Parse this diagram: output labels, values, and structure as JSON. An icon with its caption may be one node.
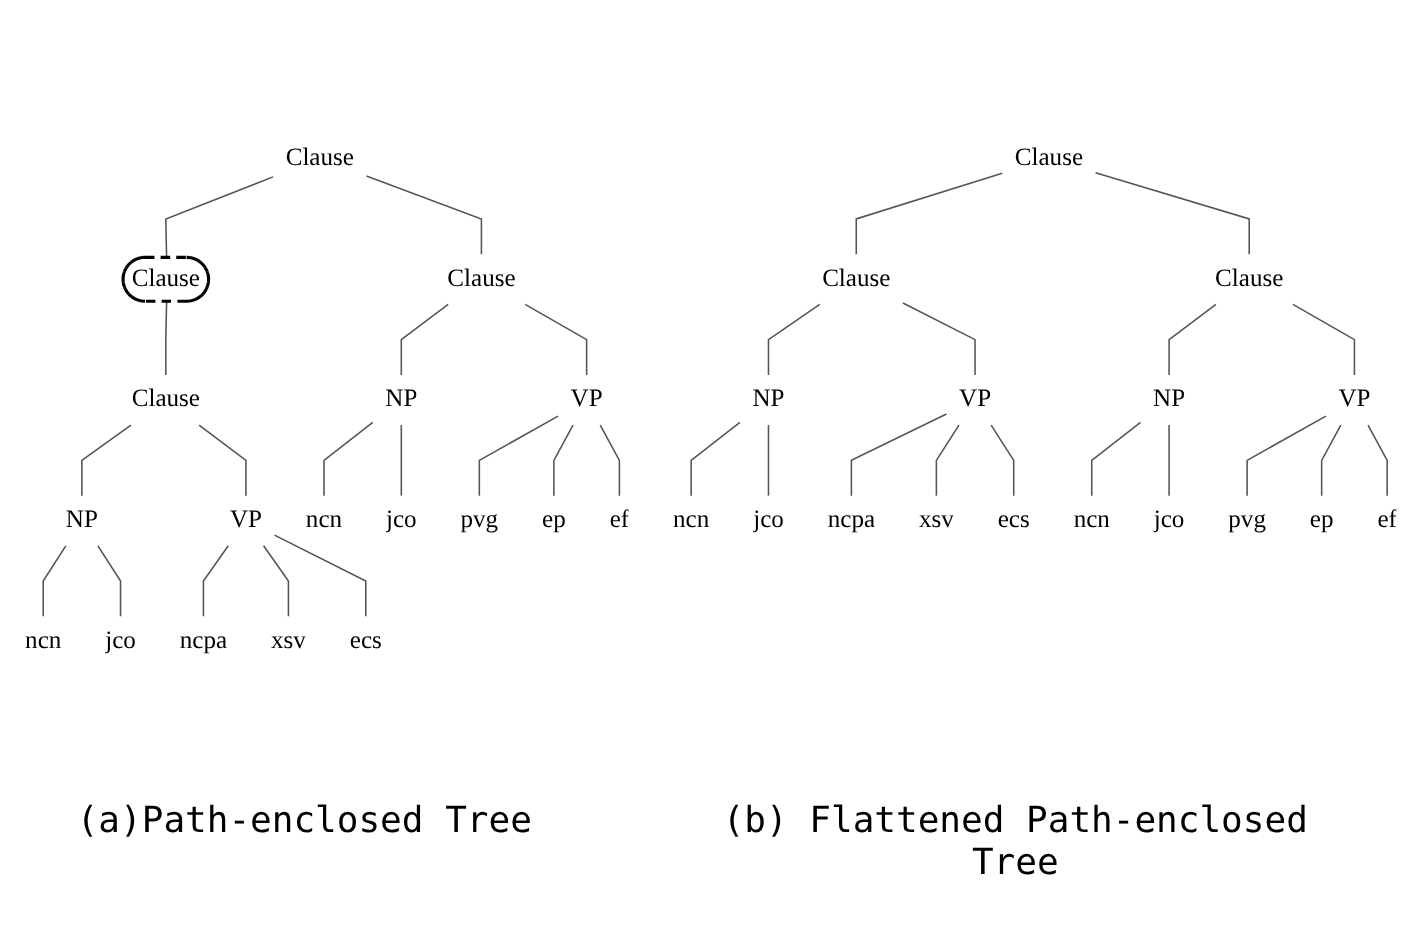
{
  "diagram": {
    "nodes": [
      {
        "text": [
          "Clause"
        ]
      },
      {
        "text": [
          "Clause"
        ]
      },
      {
        "text": [
          "Clause"
        ]
      },
      {
        "text": [
          "Clause"
        ]
      },
      {
        "text": [
          "NP"
        ]
      },
      {
        "text": [
          "VP"
        ]
      },
      {
        "text": [
          "ncn"
        ]
      },
      {
        "text": [
          "jco"
        ]
      },
      {
        "text": [
          "ncpa"
        ]
      },
      {
        "text": [
          "xsv"
        ]
      },
      {
        "text": [
          "ecs"
        ]
      },
      {
        "text": [
          "NP"
        ]
      },
      {
        "text": [
          "VP"
        ]
      },
      {
        "text": [
          "ncn"
        ]
      },
      {
        "text": [
          "jco"
        ]
      },
      {
        "text": [
          "pvg"
        ]
      },
      {
        "text": [
          "ep"
        ]
      },
      {
        "text": [
          "ef"
        ]
      },
      {
        "text": [
          "Clause"
        ]
      },
      {
        "text": [
          "Clause"
        ]
      },
      {
        "text": [
          "Clause"
        ]
      },
      {
        "text": [
          "NP"
        ]
      },
      {
        "text": [
          "VP"
        ]
      },
      {
        "text": [
          "ncn"
        ]
      },
      {
        "text": [
          "jco"
        ]
      },
      {
        "text": [
          "ncpa"
        ]
      },
      {
        "text": [
          "xsv"
        ]
      },
      {
        "text": [
          "ecs"
        ]
      },
      {
        "text": [
          "NP"
        ]
      },
      {
        "text": [
          "VP"
        ]
      },
      {
        "text": [
          "ncn"
        ]
      },
      {
        "text": [
          "jco"
        ]
      },
      {
        "text": [
          "pvg"
        ]
      },
      {
        "text": [
          "ep"
        ]
      },
      {
        "text": [
          "ef"
        ]
      }
    ],
    "edges": [
      {
        "from": 0,
        "to": 1,
        "arrow": "none"
      },
      {
        "from": 0,
        "to": 2,
        "arrow": "none"
      },
      {
        "from": 1,
        "to": 3,
        "arrow": "none"
      },
      {
        "from": 3,
        "to": 4,
        "arrow": "none"
      },
      {
        "from": 3,
        "to": 5,
        "arrow": "none"
      },
      {
        "from": 4,
        "to": 6,
        "arrow": "none"
      },
      {
        "from": 4,
        "to": 7,
        "arrow": "none"
      },
      {
        "from": 5,
        "to": 8,
        "arrow": "none"
      },
      {
        "from": 5,
        "to": 9,
        "arrow": "none"
      },
      {
        "from": 5,
        "to": 10,
        "arrow": "none"
      },
      {
        "from": 2,
        "to": 11,
        "arrow": "none"
      },
      {
        "from": 2,
        "to": 12,
        "arrow": "none"
      },
      {
        "from": 11,
        "to": 13,
        "arrow": "none"
      },
      {
        "from": 11,
        "to": 14,
        "arrow": "none"
      },
      {
        "from": 12,
        "to": 15,
        "arrow": "none"
      },
      {
        "from": 12,
        "to": 16,
        "arrow": "none"
      },
      {
        "from": 12,
        "to": 17,
        "arrow": "none"
      },
      {
        "from": 18,
        "to": 19,
        "arrow": "none"
      },
      {
        "from": 18,
        "to": 20,
        "arrow": "none"
      },
      {
        "from": 19,
        "to": 21,
        "arrow": "none"
      },
      {
        "from": 19,
        "to": 22,
        "arrow": "none"
      },
      {
        "from": 21,
        "to": 23,
        "arrow": "none"
      },
      {
        "from": 21,
        "to": 24,
        "arrow": "none"
      },
      {
        "from": 22,
        "to": 25,
        "arrow": "none"
      },
      {
        "from": 22,
        "to": 26,
        "arrow": "none"
      },
      {
        "from": 22,
        "to": 27,
        "arrow": "none"
      },
      {
        "from": 20,
        "to": 28,
        "arrow": "none"
      },
      {
        "from": 20,
        "to": 29,
        "arrow": "none"
      },
      {
        "from": 28,
        "to": 30,
        "arrow": "none"
      },
      {
        "from": 28,
        "to": 31,
        "arrow": "none"
      },
      {
        "from": 29,
        "to": 32,
        "arrow": "none"
      },
      {
        "from": 29,
        "to": 33,
        "arrow": "none"
      },
      {
        "from": 29,
        "to": 34,
        "arrow": "none"
      }
    ],
    "labels": [
      "(a)Path-enclosed Tree",
      "(b) Flattened Path-enclosed Tree"
    ]
  }
}
